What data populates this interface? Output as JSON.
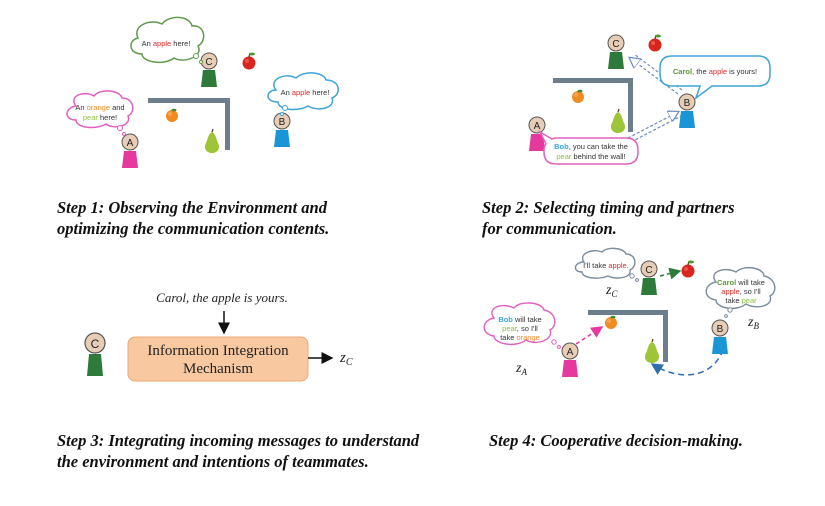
{
  "colors": {
    "agent_a": "#e5399e",
    "agent_b": "#1a96d6",
    "agent_c": "#2e7a3a",
    "head_fill": "#e8cdb6",
    "wall": "#6c7e8c",
    "orange_word": "#f08a24",
    "pear_word": "#8cbf3f",
    "apple_word": "#e02a2a",
    "bob_word": "#3aa7e0",
    "carol_word": "#5a9a3a",
    "cloud_green": "#5e9b4c",
    "cloud_blue": "#3da3d9",
    "cloud_pink": "#e060c0",
    "cloud_gray": "#7b8c9c",
    "box_fill": "#f8c9a0",
    "arrow_dashed": "#6a8cc0"
  },
  "panel1": {
    "agent_a": "A",
    "agent_b": "B",
    "agent_c": "C",
    "bubble_c": [
      "An ",
      "apple",
      " here!"
    ],
    "bubble_b": [
      "An ",
      "apple",
      " here!"
    ],
    "bubble_a_l1": [
      "An ",
      "orange",
      " and"
    ],
    "bubble_a_l2": [
      "pear",
      " here!"
    ],
    "caption_l1": "Step 1: Observing the Environment and",
    "caption_l2": "optimizing the communication contents."
  },
  "panel2": {
    "agent_a": "A",
    "agent_b": "B",
    "agent_c": "C",
    "bubble_b": [
      "Carol",
      ", the ",
      "apple",
      " is yours!"
    ],
    "bubble_a_l1": [
      "Bob",
      ", you can take the"
    ],
    "bubble_a_l2": [
      "pear",
      " behind the wall!"
    ],
    "caption_l1": "Step 2: Selecting timing and partners",
    "caption_l2": "for communication."
  },
  "panel3": {
    "agent_c": "C",
    "message": "Carol, the apple is yours.",
    "box_l1": "Information Integration",
    "box_l2": "Mechanism",
    "output_var": "z",
    "output_sub": "C",
    "caption_l1": "Step 3: Integrating incoming messages to understand",
    "caption_l2": "the environment and intentions of teammates."
  },
  "panel4": {
    "agent_a": "A",
    "agent_b": "B",
    "agent_c": "C",
    "bubble_c": [
      "I'll take ",
      "apple",
      "."
    ],
    "bubble_b_l1": [
      "Carol",
      " will take"
    ],
    "bubble_b_l2": [
      "apple",
      ", so I'll"
    ],
    "bubble_b_l3": [
      "take ",
      "pear",
      "."
    ],
    "bubble_a_l1": [
      "Bob",
      " will take"
    ],
    "bubble_a_l2": [
      "pear",
      ", so I'll"
    ],
    "bubble_a_l3": [
      "take ",
      "orange",
      "."
    ],
    "z_c": {
      "var": "z",
      "sub": "C"
    },
    "z_b": {
      "var": "z",
      "sub": "B"
    },
    "z_a": {
      "var": "z",
      "sub": "A"
    },
    "caption": "Step 4: Cooperative decision-making."
  }
}
